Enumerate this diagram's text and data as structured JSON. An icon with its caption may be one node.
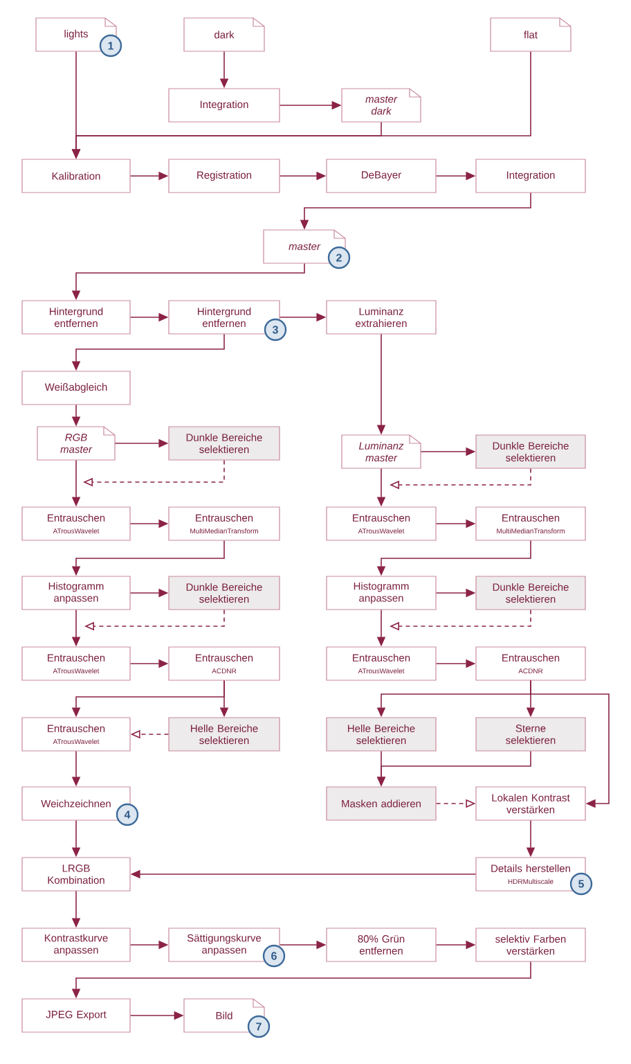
{
  "diagram": {
    "nodes": [
      {
        "text": [
          "lights"
        ]
      },
      {
        "text": [
          "dark"
        ]
      },
      {
        "text": [
          "flat"
        ]
      },
      {
        "text": [
          "Integration"
        ]
      },
      {
        "text": [
          "master dark"
        ]
      },
      {
        "text": [
          "Kalibration"
        ]
      },
      {
        "text": [
          "Registration"
        ]
      },
      {
        "text": [
          "DeBayer"
        ]
      },
      {
        "text": [
          "Integration"
        ]
      },
      {
        "text": [
          "master"
        ]
      },
      {
        "text": [
          "Hintergrund entfernen"
        ]
      },
      {
        "text": [
          "Hintergrund entfernen"
        ]
      },
      {
        "text": [
          "Luminanz extrahieren"
        ]
      },
      {
        "text": [
          "Weißabgleich"
        ]
      },
      {
        "text": [
          "RGB master"
        ]
      },
      {
        "text": [
          "Dunkle Bereiche selektieren"
        ]
      },
      {
        "text": [
          "Luminanz master"
        ]
      },
      {
        "text": [
          "Dunkle Bereiche selektieren"
        ]
      },
      {
        "text": [
          "Entrauschen",
          "ATrousWavelet"
        ]
      },
      {
        "text": [
          "Entrauschen",
          "MultiMedianTransform"
        ]
      },
      {
        "text": [
          "Entrauschen",
          "ATrousWavelet"
        ]
      },
      {
        "text": [
          "Entrauschen",
          "MultiMedianTransform"
        ]
      },
      {
        "text": [
          "Histogramm anpassen"
        ]
      },
      {
        "text": [
          "Dunkle Bereiche selektieren"
        ]
      },
      {
        "text": [
          "Histogramm anpassen"
        ]
      },
      {
        "text": [
          "Dunkle Bereiche selektieren"
        ]
      },
      {
        "text": [
          "Entrauschen",
          "ATrousWavelet"
        ]
      },
      {
        "text": [
          "Entrauschen",
          "ACDNR"
        ]
      },
      {
        "text": [
          "Entrauschen",
          "ATrousWavelet"
        ]
      },
      {
        "text": [
          "Entrauschen",
          "ACDNR"
        ]
      },
      {
        "text": [
          "Entrauschen",
          "ATrousWavelet"
        ]
      },
      {
        "text": [
          "Helle Bereiche selektieren"
        ]
      },
      {
        "text": [
          "Helle Bereiche selektieren"
        ]
      },
      {
        "text": [
          "Sterne selektieren"
        ]
      },
      {
        "text": [
          "Weichzeichnen"
        ]
      },
      {
        "text": [
          "Masken addieren"
        ]
      },
      {
        "text": [
          "Lokalen Kontrast verstärken"
        ]
      },
      {
        "text": [
          "LRGB Kombination"
        ]
      },
      {
        "text": [
          "Details herstellen",
          "HDRMultiscale"
        ]
      },
      {
        "text": [
          "Kontrastkurve anpassen"
        ]
      },
      {
        "text": [
          "Sättigungskurve anpassen"
        ]
      },
      {
        "text": [
          "80% Grün entfernen"
        ]
      },
      {
        "text": [
          "selektiv Farben verstärken"
        ]
      },
      {
        "text": [
          "JPEG Export"
        ]
      },
      {
        "text": [
          "Bild"
        ]
      }
    ],
    "edges": [
      {
        "from": 1,
        "to": 3,
        "arrow": "to"
      },
      {
        "from": 3,
        "to": 4,
        "arrow": "to"
      },
      {
        "from": 0,
        "to": 5,
        "arrow": "to"
      },
      {
        "from": 4,
        "to": 5,
        "arrow": "to"
      },
      {
        "from": 2,
        "to": 5,
        "arrow": "to"
      },
      {
        "from": 5,
        "to": 6,
        "arrow": "to"
      },
      {
        "from": 6,
        "to": 7,
        "arrow": "to"
      },
      {
        "from": 7,
        "to": 8,
        "arrow": "to"
      },
      {
        "from": 8,
        "to": 9,
        "arrow": "to"
      },
      {
        "from": 9,
        "to": 10,
        "arrow": "to"
      },
      {
        "from": 10,
        "to": 11,
        "arrow": "to"
      },
      {
        "from": 11,
        "to": 12,
        "arrow": "to"
      },
      {
        "from": 11,
        "to": 13,
        "arrow": "to"
      },
      {
        "from": 13,
        "to": 14,
        "arrow": "to"
      },
      {
        "from": 14,
        "to": 15,
        "arrow": "to"
      },
      {
        "from": 15,
        "to": null,
        "arrow": "to",
        "style": "dashed"
      },
      {
        "from": 14,
        "to": 18,
        "arrow": "to"
      },
      {
        "from": 18,
        "to": 19,
        "arrow": "to"
      },
      {
        "from": 19,
        "to": 22,
        "arrow": "to"
      },
      {
        "from": 22,
        "to": 23,
        "arrow": "to"
      },
      {
        "from": 23,
        "to": 22,
        "arrow": "to",
        "style": "dashed"
      },
      {
        "from": 22,
        "to": 26,
        "arrow": "to"
      },
      {
        "from": 26,
        "to": 27,
        "arrow": "to"
      },
      {
        "from": 27,
        "to": 30,
        "arrow": "to"
      },
      {
        "from": 27,
        "to": 31,
        "arrow": "to"
      },
      {
        "from": 31,
        "to": 30,
        "arrow": "to",
        "style": "dashed"
      },
      {
        "from": 30,
        "to": 34,
        "arrow": "to"
      },
      {
        "from": 34,
        "to": 37,
        "arrow": "to"
      },
      {
        "from": 37,
        "to": 39,
        "arrow": "to"
      },
      {
        "from": 39,
        "to": 40,
        "arrow": "to"
      },
      {
        "from": 40,
        "to": 41,
        "arrow": "to"
      },
      {
        "from": 41,
        "to": 42,
        "arrow": "to"
      },
      {
        "from": 42,
        "to": 43,
        "arrow": "to"
      },
      {
        "from": 43,
        "to": 44,
        "arrow": "to"
      },
      {
        "from": 12,
        "to": 16,
        "arrow": "to"
      },
      {
        "from": 16,
        "to": 17,
        "arrow": "to"
      },
      {
        "from": 17,
        "to": 16,
        "arrow": "to",
        "style": "dashed"
      },
      {
        "from": 16,
        "to": 20,
        "arrow": "to"
      },
      {
        "from": 20,
        "to": 21,
        "arrow": "to"
      },
      {
        "from": 21,
        "to": 24,
        "arrow": "to"
      },
      {
        "from": 24,
        "to": 25,
        "arrow": "to"
      },
      {
        "from": 25,
        "to": 24,
        "arrow": "to",
        "style": "dashed"
      },
      {
        "from": 24,
        "to": 28,
        "arrow": "to"
      },
      {
        "from": 28,
        "to": 29,
        "arrow": "to"
      },
      {
        "from": 29,
        "to": 33,
        "arrow": "to"
      },
      {
        "from": 29,
        "to": 32,
        "arrow": "to"
      },
      {
        "from": 29,
        "to": 36,
        "arrow": "to"
      },
      {
        "from": 32,
        "to": 35,
        "arrow": "to"
      },
      {
        "from": 33,
        "to": 35,
        "arrow": "to"
      },
      {
        "from": 35,
        "to": 36,
        "arrow": "to",
        "style": "dashed"
      },
      {
        "from": 36,
        "to": 38,
        "arrow": "to"
      },
      {
        "from": 38,
        "to": 37,
        "arrow": "to"
      }
    ],
    "labels": [
      "1",
      "2",
      "3",
      "4",
      "5",
      "6",
      "7"
    ]
  }
}
